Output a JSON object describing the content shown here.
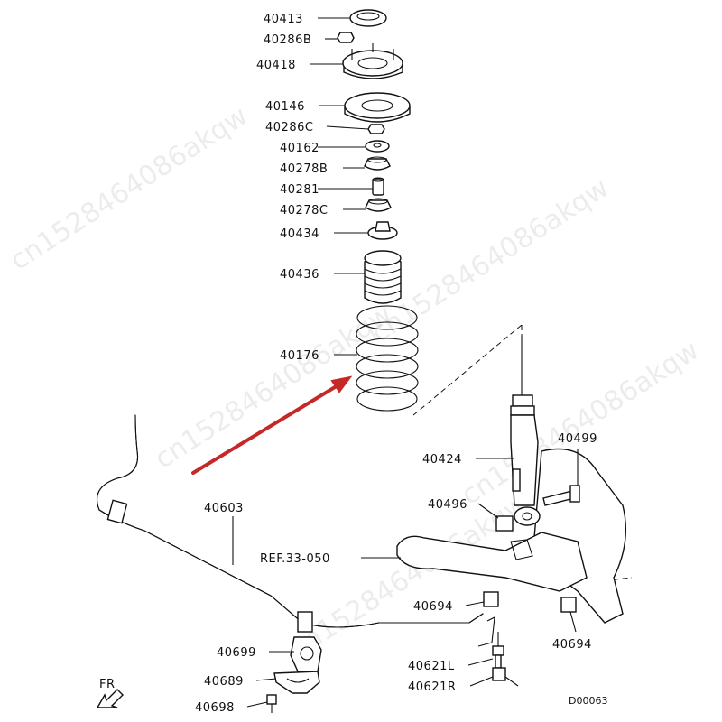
{
  "diagram": {
    "labels": {
      "p40413": "40413",
      "p40286b": "40286B",
      "p40418": "40418",
      "p40146": "40146",
      "p40286c": "40286C",
      "p40162": "40162",
      "p40278b": "40278B",
      "p40281": "40281",
      "p40278c": "40278C",
      "p40434": "40434",
      "p40436": "40436",
      "p40176": "40176",
      "p40424": "40424",
      "p40499": "40499",
      "p40496": "40496",
      "p40603": "40603",
      "ref": "REF.33-050",
      "p40694a": "40694",
      "p40694b": "40694",
      "p40699": "40699",
      "p40689": "40689",
      "p40698": "40698",
      "p40621l": "40621L",
      "p40621r": "40621R",
      "fr": "FR",
      "code": "D00063"
    },
    "watermark": "cn1528464086akqw",
    "colors": {
      "arrow": "#c62828",
      "line": "#111111"
    }
  }
}
